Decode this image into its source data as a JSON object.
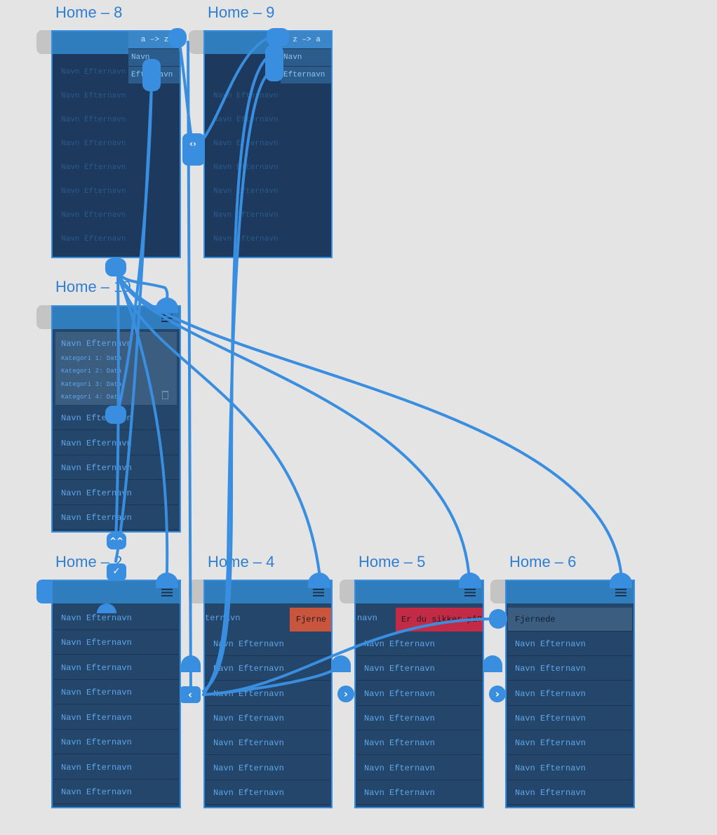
{
  "artboards": {
    "home8": {
      "title": "Home – 8",
      "sort_label": "a –> z",
      "menu": [
        "Navn",
        "Efternavn"
      ]
    },
    "home9": {
      "title": "Home – 9",
      "sort_label": "z –> a",
      "menu": [
        "Navn",
        "Efternavn"
      ]
    },
    "home10": {
      "title": "Home – 10",
      "expanded_name": "Navn Efternavn",
      "categories": [
        "Kategori 1: Data",
        "Kategori 2: Data",
        "Kategori 3: Data",
        "Kategori 4: Data"
      ],
      "trash_icon": "trash-icon",
      "rows": [
        "Navn Efternavn",
        "Navn Efternavn",
        "Navn Efternavn",
        "Navn Efternavn",
        "Navn Efternavn"
      ]
    },
    "home2": {
      "title": "Home – 2",
      "rows": [
        "Navn Efternavn",
        "Navn Efternavn",
        "Navn Efternavn",
        "Navn Efternavn",
        "Navn Efternavn",
        "Navn Efternavn",
        "Navn Efternavn",
        "Navn Efternavn"
      ]
    },
    "home4": {
      "title": "Home – 4",
      "swiped_text": "ternavn",
      "remove_label": "Fjerne",
      "rows": [
        "Navn Efternavn",
        "Navn Efternavn",
        "Navn Efternavn",
        "Navn Efternavn",
        "Navn Efternavn",
        "Navn Efternavn",
        "Navn Efternavn"
      ]
    },
    "home5": {
      "title": "Home – 5",
      "swiped_text": "navn",
      "confirm_label": "Er du sikker på?",
      "rows": [
        "Navn Efternavn",
        "Navn Efternavn",
        "Navn Efternavn",
        "Navn Efternavn",
        "Navn Efternavn",
        "Navn Efternavn",
        "Navn Efternavn"
      ]
    },
    "home6": {
      "title": "Home – 6",
      "removed_label": "Fjernede",
      "rows": [
        "Navn Efternavn",
        "Navn Efternavn",
        "Navn Efternavn",
        "Navn Efternavn",
        "Navn Efternavn",
        "Navn Efternavn",
        "Navn Efternavn"
      ]
    }
  },
  "colors": {
    "canvas": "#e4e4e4",
    "artboard": "#24466b",
    "header": "#2f7dbd",
    "wire": "#3a8ee0",
    "text": "#5fa6e9",
    "remove_button": "#c8553c",
    "confirm_button": "#c22a45",
    "removed_row": "#3b5d80"
  }
}
